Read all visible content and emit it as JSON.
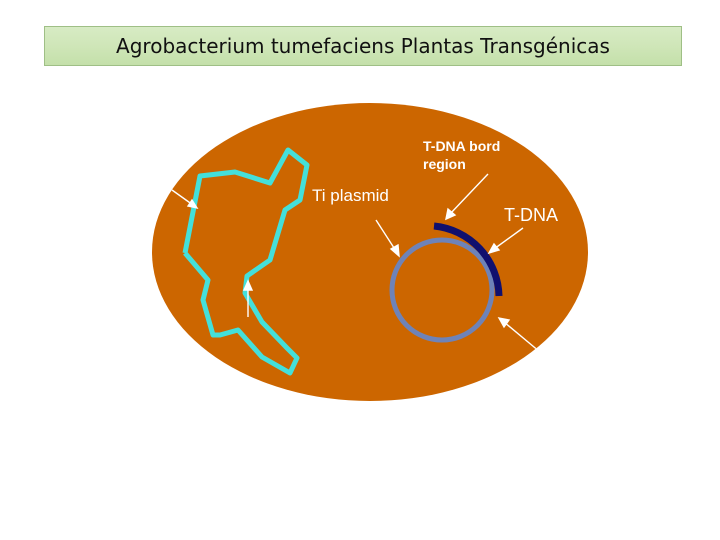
{
  "title": "Agrobacterium tumefaciens Plantas Transgénicas",
  "labels": {
    "tdna_border_line1": "T-DNA bord",
    "tdna_border_line2": "region",
    "ti_plasmid": "Ti plasmid",
    "tdna": "T-DNA"
  },
  "colors": {
    "cell": "#cc6600",
    "chromosome": "#44e0da",
    "plasmid": "#6e83b8",
    "tdna_segment": "#10106e",
    "title_bg": "#d2e8bc"
  }
}
